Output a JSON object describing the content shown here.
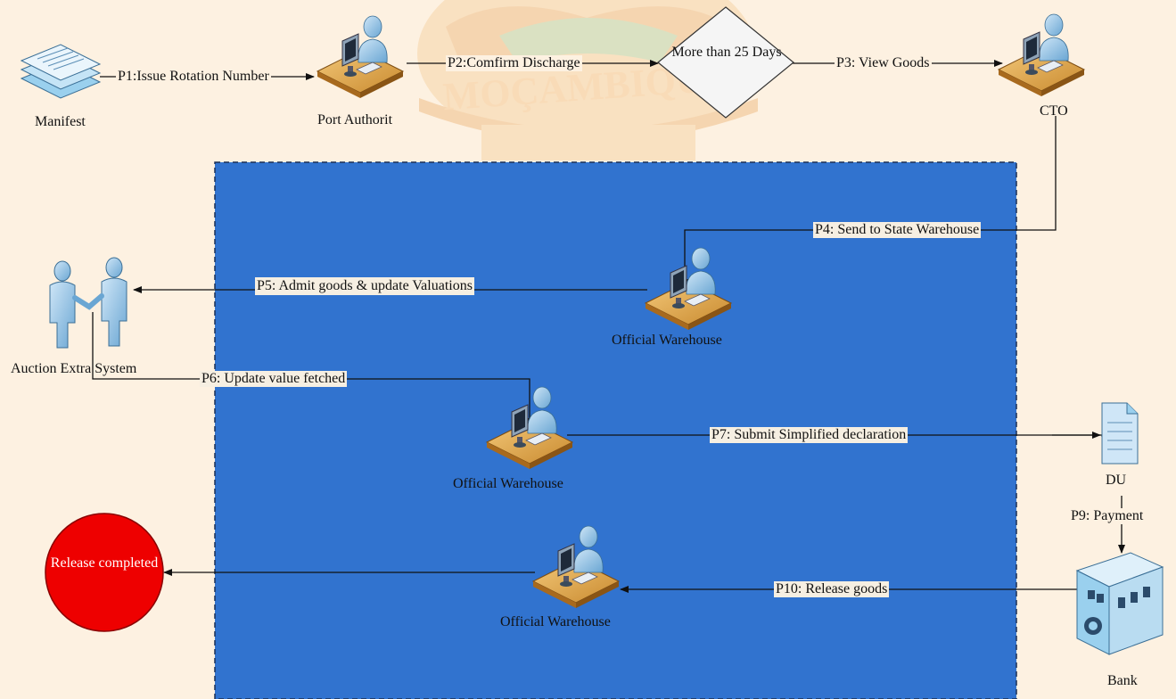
{
  "nodes": {
    "manifest": "Manifest",
    "port_authority": "Port Authorit",
    "decision": "More than 25 Days",
    "cto": "CTO",
    "official_warehouse_1": "Official Warehouse",
    "official_warehouse_2": "Official Warehouse",
    "official_warehouse_3": "Official Warehouse",
    "auction": "Auction Extra System",
    "du": "DU",
    "bank": "Bank",
    "release": "Release completed"
  },
  "flows": {
    "p1": "P1:Issue Rotation Number",
    "p2": "P2:Comfirm Discharge",
    "p3": "P3: View Goods",
    "p4": "P4: Send to State Warehouse",
    "p5": "P5: Admit goods & update Valuations",
    "p6": "P6: Update value fetched",
    "p7": "P7: Submit Simplified declaration",
    "p9": "P9: Payment",
    "p10": "P10: Release goods"
  },
  "watermark": "MOÇAMBIQUE",
  "colors": {
    "background": "#fdf1e1",
    "region": "#3173cf",
    "release_fill": "#ee0000",
    "line": "#111111"
  }
}
